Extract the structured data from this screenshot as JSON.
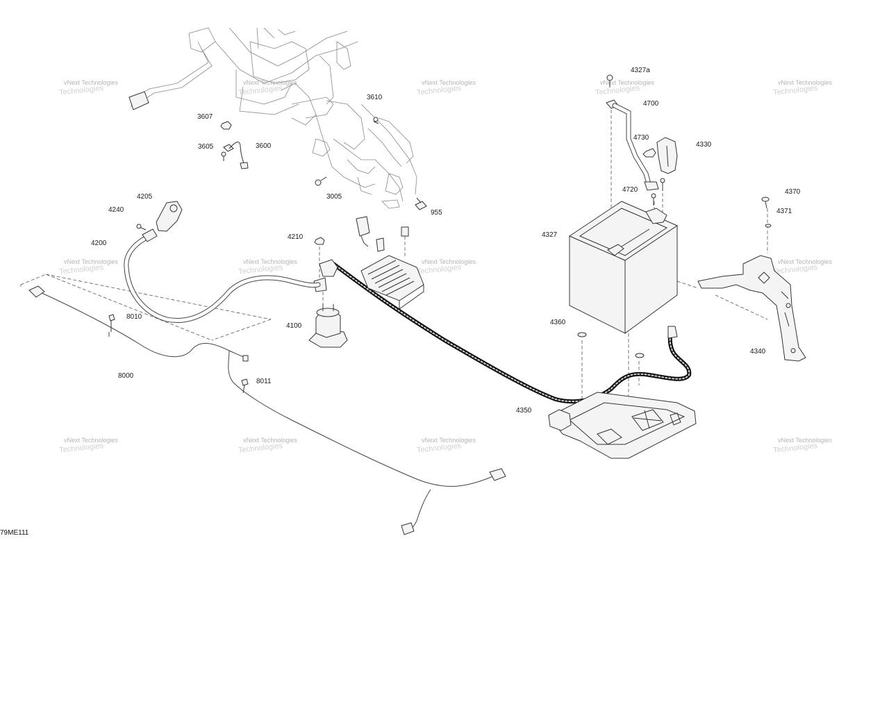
{
  "diagram_code": "79ME111",
  "watermark": {
    "line1": "vNext Technologies",
    "line2": "Technologies"
  },
  "parts": [
    {
      "id": "p4327a",
      "label": "4327a"
    },
    {
      "id": "p4700",
      "label": "4700"
    },
    {
      "id": "p4730",
      "label": "4730"
    },
    {
      "id": "p4330",
      "label": "4330"
    },
    {
      "id": "p4720",
      "label": "4720"
    },
    {
      "id": "p4370",
      "label": "4370"
    },
    {
      "id": "p4371",
      "label": "4371"
    },
    {
      "id": "p4327",
      "label": "4327"
    },
    {
      "id": "p4340",
      "label": "4340"
    },
    {
      "id": "p4360",
      "label": "4360"
    },
    {
      "id": "p4350",
      "label": "4350"
    },
    {
      "id": "p3610",
      "label": "3610"
    },
    {
      "id": "p3607",
      "label": "3607"
    },
    {
      "id": "p3605",
      "label": "3605"
    },
    {
      "id": "p3600",
      "label": "3600"
    },
    {
      "id": "p3005",
      "label": "3005"
    },
    {
      "id": "p955",
      "label": "955"
    },
    {
      "id": "p4205",
      "label": "4205"
    },
    {
      "id": "p4240",
      "label": "4240"
    },
    {
      "id": "p4200",
      "label": "4200"
    },
    {
      "id": "p4210",
      "label": "4210"
    },
    {
      "id": "p4100",
      "label": "4100"
    },
    {
      "id": "p8010",
      "label": "8010"
    },
    {
      "id": "p8000",
      "label": "8000"
    },
    {
      "id": "p8011",
      "label": "8011"
    }
  ]
}
